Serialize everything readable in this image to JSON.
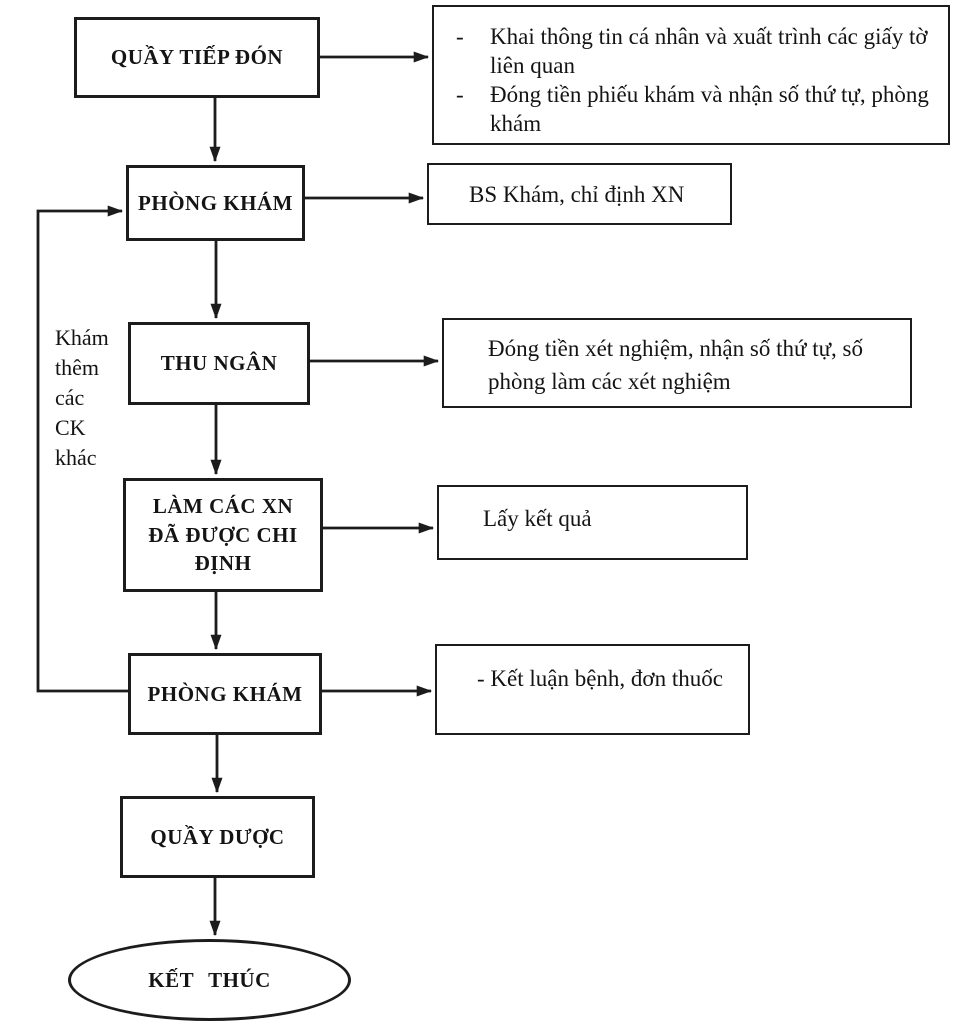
{
  "bullet_marker": "-",
  "nodes": {
    "reception": {
      "label": "QUẦY TIẾP ĐÓN"
    },
    "exam_room_1": {
      "label": "PHÒNG KHÁM"
    },
    "cashier": {
      "label": "THU NGÂN"
    },
    "lab_tests": {
      "label": "LÀM CÁC XN ĐÃ ĐƯỢC CHI ĐỊNH"
    },
    "exam_room_2": {
      "label": "PHÒNG KHÁM"
    },
    "pharmacy": {
      "label": "QUẦY DƯỢC"
    },
    "end": {
      "label": "KẾT THÚC"
    }
  },
  "notes": {
    "reception_items": [
      "Khai thông tin cá nhân và xuất trình  các giấy tờ liên quan",
      "Đóng tiền phiếu khám và nhận  số thứ tự, phòng khám"
    ],
    "exam_1": "BS Khám, chỉ định XN",
    "cashier": "Đóng tiền xét nghiệm, nhận số thứ tự, số phòng làm các xét nghiệm",
    "lab_tests": "Lấy kết quả",
    "exam_2": "- Kết luận bệnh, đơn thuốc"
  },
  "loop_label_lines": [
    "Khám",
    "thêm",
    "các",
    "CK",
    "khác"
  ]
}
